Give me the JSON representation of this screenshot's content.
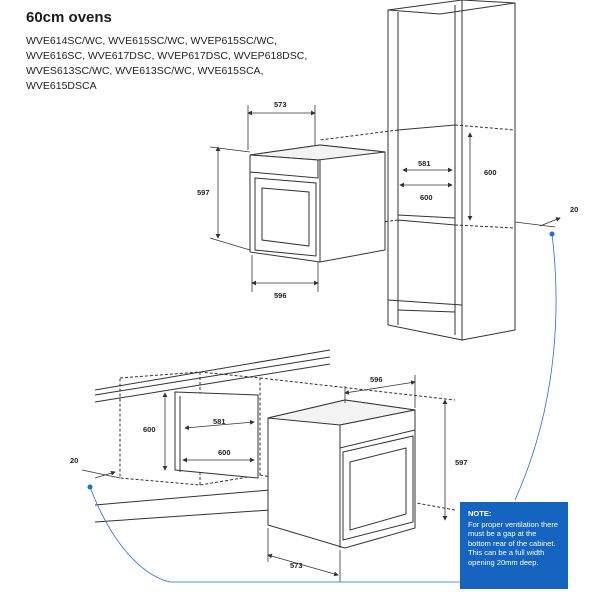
{
  "title": "60cm ovens",
  "models": [
    "WVE614SC/WC, WVE615SC/WC, WVEP615SC/WC,",
    "WVE616SC, WVE617DSC, WVEP617DSC, WVEP618DSC,",
    "WVES613SC/WC, WVE613SC/WC, WVE615SCA,",
    "WVE615DSCA"
  ],
  "top_diagram": {
    "oven_width": "573",
    "oven_height": "597",
    "oven_front_width": "596",
    "cavity_depth": "581",
    "cavity_width": "600",
    "cavity_height": "600",
    "vent_gap": "20"
  },
  "bottom_diagram": {
    "oven_width": "596",
    "oven_height": "597",
    "oven_depth": "573",
    "cavity_depth": "581",
    "cavity_width": "600",
    "cavity_height": "600",
    "vent_gap": "20"
  },
  "note": {
    "title": "NOTE:",
    "text": "For proper ventilation there must be a gap at the bottom rear of the cabinet. This can be a full width opening 20mm deep."
  },
  "colors": {
    "note_bg": "#1565c0",
    "callout": "#1e6fd9",
    "line": "#333333"
  }
}
